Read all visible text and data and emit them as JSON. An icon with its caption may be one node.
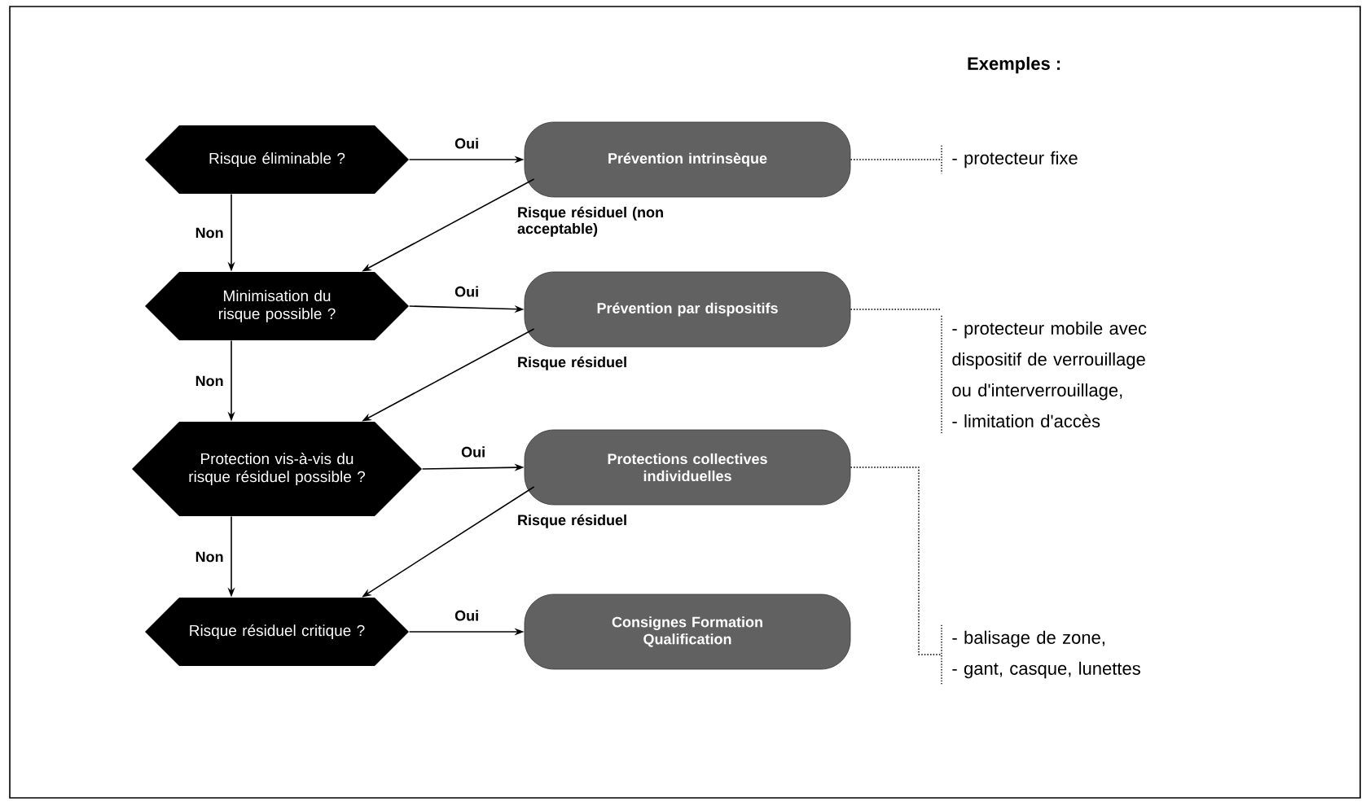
{
  "diagram": {
    "nodes": [
      {
        "text": [
          "Risque éliminable ?"
        ]
      },
      {
        "text": [
          "Minimisation du risque possible ?"
        ]
      },
      {
        "text": [
          "Protection vis-à-vis du risque résiduel possible ?"
        ]
      },
      {
        "text": [
          "Risque résiduel critique ?"
        ]
      },
      {
        "text": [
          "Prévention intrinsèque"
        ]
      },
      {
        "text": [
          "Prévention par dispositifs"
        ]
      },
      {
        "text": [
          "Protections collectives individuelles"
        ]
      },
      {
        "text": [
          "Consignes Formation Qualification"
        ]
      },
      {
        "text": [
          "- protecteur fixe"
        ]
      },
      {
        "text": [
          "- protecteur mobile avec dispositif de verrouillage ou d'interverrouillage,",
          "- limitation d'accès"
        ]
      },
      {
        "text": [
          "- balisage de zone,",
          "- gant, casque, lunettes"
        ]
      }
    ],
    "edges": [
      {
        "from": 0,
        "to": 4,
        "arrow": "to",
        "label": "Oui"
      },
      {
        "from": 0,
        "to": 1,
        "arrow": "to",
        "label": "Non"
      },
      {
        "from": 4,
        "to": 1,
        "arrow": "to",
        "label": "Risque résiduel (non acceptable)"
      },
      {
        "from": 1,
        "to": 5,
        "arrow": "to",
        "label": "Oui"
      },
      {
        "from": 1,
        "to": 2,
        "arrow": "to",
        "label": "Non"
      },
      {
        "from": 5,
        "to": 2,
        "arrow": "to",
        "label": "Risque résiduel"
      },
      {
        "from": 2,
        "to": 6,
        "arrow": "to",
        "label": "Oui"
      },
      {
        "from": 2,
        "to": 3,
        "arrow": "to",
        "label": "Non"
      },
      {
        "from": 6,
        "to": 3,
        "arrow": "to",
        "label": "Risque résiduel"
      },
      {
        "from": 3,
        "to": 7,
        "arrow": "to",
        "label": "Oui"
      },
      {
        "from": 4,
        "to": 8,
        "arrow": "none",
        "style": "dashed"
      },
      {
        "from": 5,
        "to": 9,
        "arrow": "none",
        "style": "dashed"
      },
      {
        "from": 6,
        "to": 10,
        "arrow": "none",
        "style": "dashed"
      }
    ],
    "labels": [
      "Exemples :"
    ]
  }
}
